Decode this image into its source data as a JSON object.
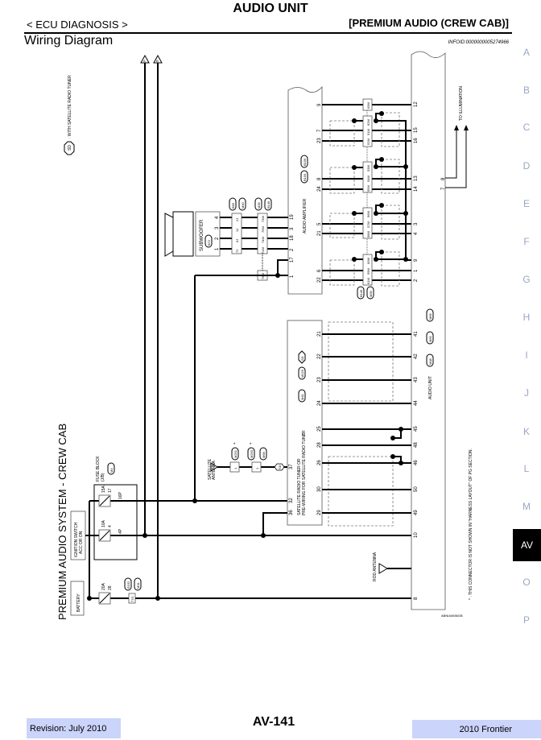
{
  "header": {
    "title": "AUDIO UNIT",
    "breadcrumb": "< ECU DIAGNOSIS >",
    "section": "[PREMIUM AUDIO (CREW CAB)]",
    "page_heading": "Wiring Diagram",
    "info_id": "INFOID:0000000005274966"
  },
  "side_index": [
    "A",
    "B",
    "C",
    "D",
    "E",
    "F",
    "G",
    "H",
    "I",
    "J",
    "K",
    "L",
    "M",
    "AV",
    "O",
    "P"
  ],
  "footer": {
    "revision": "Revision: July 2010",
    "page": "AV-141",
    "model": "2010 Frontier"
  },
  "diagram": {
    "system_title": "PREMIUM AUDIO SYSTEM - CREW CAB",
    "legend_sd_symbol": "SD",
    "legend_sd": ": WITH SATELLITE RADIO TUNER",
    "off_page": [
      "A",
      "B"
    ],
    "battery": "BATTERY",
    "ignition": [
      "IGNITION SWITCH",
      "ACC OR ON"
    ],
    "fuse_block": [
      "FUSE BLOCK",
      "(J/B)"
    ],
    "fuse_block_conn": "M4",
    "fuses": [
      {
        "amp": "15A",
        "num": "17",
        "term": "16P"
      },
      {
        "amp": "10A",
        "num": "4",
        "term": "4P"
      },
      {
        "amp": "20A",
        "num": "28"
      }
    ],
    "battery_conns": [
      "E152",
      "M31"
    ],
    "battery_term": "77G",
    "subwoofer": "SUBWOOFER",
    "subwoofer_conn": "B72",
    "sub_pins": [
      "4",
      "3",
      "2",
      "1"
    ],
    "sub_conns_a": [
      "B69",
      "M40"
    ],
    "sub_terms_a": [
      "2J",
      "1J",
      "6J",
      "7J"
    ],
    "sub_conns_b": [
      "M36",
      "B149"
    ],
    "sub_terms_b": [
      "73M",
      "75M",
      "74M",
      "71M"
    ],
    "sub_term_c": "76M",
    "amp": "AUDIO AMPLIFIER",
    "amp_conns": [
      "B156",
      "B159"
    ],
    "amp_left_pins": [
      "19",
      "3",
      "18",
      "2",
      "17",
      "1"
    ],
    "amp_right_pins": [
      "9",
      "7",
      "23",
      "8",
      "24",
      "5",
      "21",
      "6",
      "22"
    ],
    "amp_bottom_conns": [
      "B149",
      "M36"
    ],
    "mid_terms": [
      "63M",
      "62M",
      "51M",
      "52M",
      "53M",
      "54M",
      "55M",
      "56M",
      "57M",
      "58M",
      "60M",
      "59M",
      "61M"
    ],
    "au_pins_upper": [
      "12",
      "15",
      "16",
      "13",
      "14",
      "3",
      "4",
      "9",
      "1",
      "2"
    ],
    "au_pins_lower": [
      "41",
      "42",
      "43",
      "44",
      "45",
      "48",
      "46",
      "50",
      "49",
      "10",
      "8"
    ],
    "au_right_pins": [
      "8",
      "7"
    ],
    "illumination": "TO ILLUMINATION",
    "audio_unit": "AUDIO UNIT",
    "audio_unit_conns": [
      "M48",
      "M65",
      "M66"
    ],
    "tuner": [
      "SATELLITE RADIO TUNER OR",
      "PRE-WIRING FOR SATELLITE RADIO TUNER"
    ],
    "tuner_conns": [
      "M41",
      "M129"
    ],
    "tuner_right_pins": [
      "21",
      "22",
      "23",
      "24",
      "25",
      "28",
      "26",
      "30",
      "29"
    ],
    "tuner_left_pins": [
      "37",
      "32",
      "36"
    ],
    "sat_antenna": [
      "SATELLITE",
      "ANTENNA"
    ],
    "sat_conns": [
      "M251",
      "M250",
      "M68"
    ],
    "sat_terms": [
      "1",
      "1"
    ],
    "star": "*",
    "rod_antenna": "ROD ANTENNA",
    "note": "* : THIS CONNECTOR IS NOT SHOWN IN \"HARNESS LAYOUT\" OF PG SECTION.",
    "figure_id": "ABNIA0656GB"
  }
}
